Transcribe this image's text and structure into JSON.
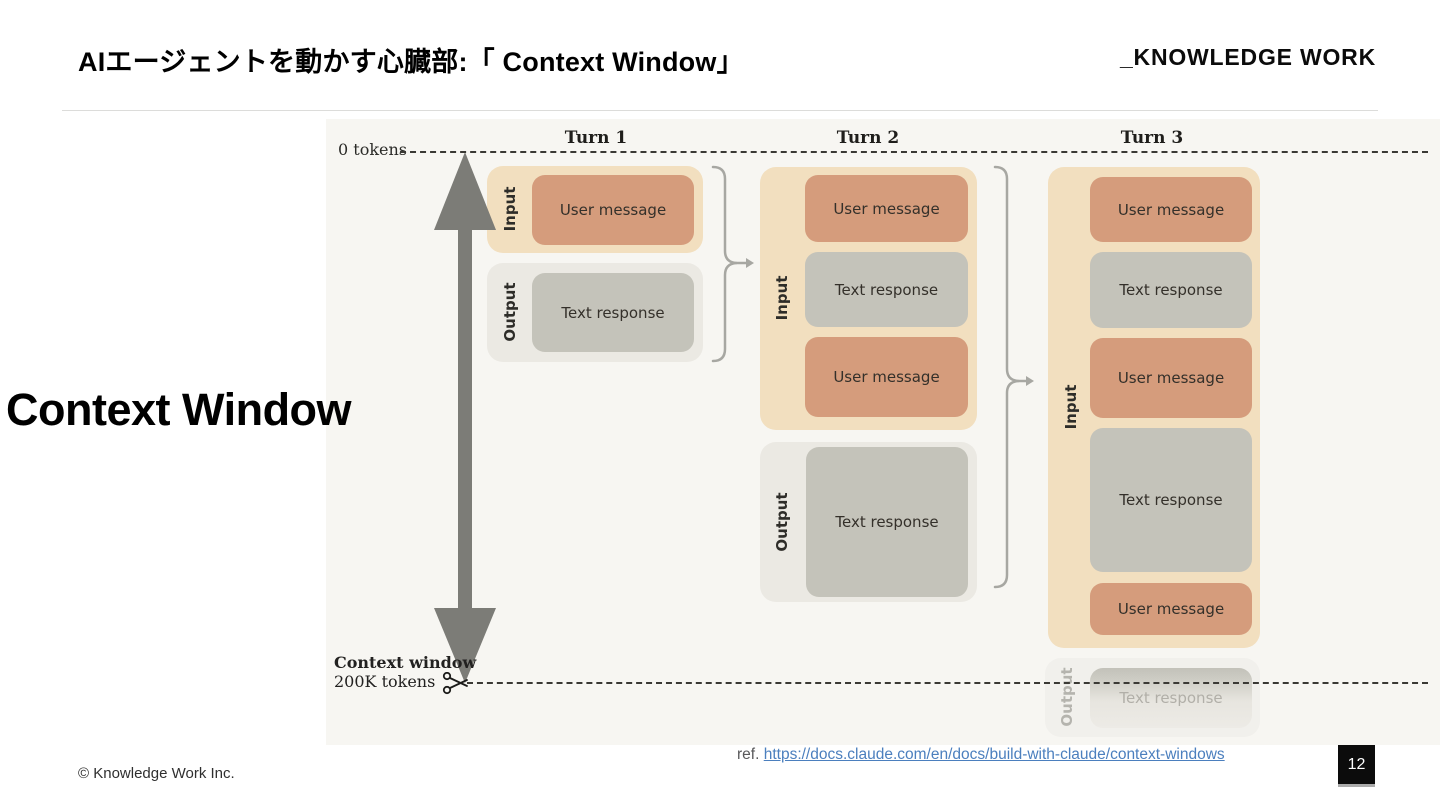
{
  "slide": {
    "title": "AIエージェントを動かす心臓部:「 Context Window」",
    "logo_text": "_KNOWLEDGE WORK",
    "heading": "Context Window",
    "copyright": "© Knowledge Work Inc.",
    "reference": {
      "label": "ref.",
      "url": "https://docs.claude.com/en/docs/build-with-claude/context-windows"
    },
    "page_number": "12"
  },
  "diagram": {
    "axis": {
      "top_label": "0 tokens",
      "limit_title": "Context window",
      "limit_value": "200K tokens"
    },
    "icons": {
      "scissors": "scissors-icon",
      "token_axis_arrow": "double-arrow-icon",
      "turn_connector": "brace-arrow-icon"
    },
    "turns": [
      {
        "title": "Turn 1",
        "input_label": "Input",
        "output_label": "Output",
        "input_boxes": [
          {
            "kind": "user_message",
            "text": "User message"
          }
        ],
        "output_boxes": [
          {
            "kind": "text_response",
            "text": "Text response"
          }
        ]
      },
      {
        "title": "Turn 2",
        "input_label": "Input",
        "output_label": "Output",
        "input_boxes": [
          {
            "kind": "user_message",
            "text": "User message"
          },
          {
            "kind": "text_response",
            "text": "Text response"
          },
          {
            "kind": "user_message",
            "text": "User message"
          }
        ],
        "output_boxes": [
          {
            "kind": "text_response",
            "text": "Text response"
          }
        ]
      },
      {
        "title": "Turn 3",
        "input_label": "Input",
        "output_label": "Output",
        "input_boxes": [
          {
            "kind": "user_message",
            "text": "User message"
          },
          {
            "kind": "text_response",
            "text": "Text response"
          },
          {
            "kind": "user_message",
            "text": "User message"
          },
          {
            "kind": "text_response",
            "text": "Text response"
          },
          {
            "kind": "user_message",
            "text": "User message"
          }
        ],
        "output_boxes": [
          {
            "kind": "text_response",
            "text": "Text response",
            "faded": true
          }
        ]
      }
    ],
    "colors": {
      "diagram_bg": "#f7f6f2",
      "input_container": "#f2dfbf",
      "output_container": "#ebe9e3",
      "user_message": "#d59c7c",
      "text_response": "#c4c3ba",
      "arrow": "#7c7c77",
      "bracket": "#a7a7a2",
      "dashed_line": "#3a3934",
      "link": "#4b7fbe"
    }
  }
}
